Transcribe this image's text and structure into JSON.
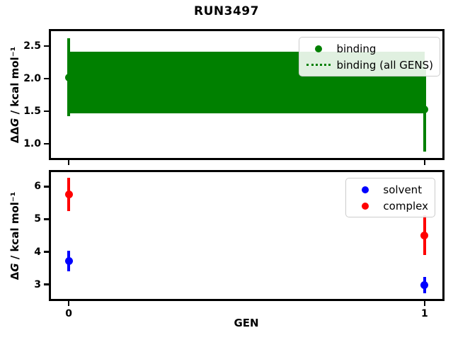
{
  "figure": {
    "title": "RUN3497",
    "background": "#ffffff",
    "axes_color": "#000000"
  },
  "chart_data": [
    {
      "type": "scatter",
      "subplot": "top",
      "title": "",
      "xlabel": "",
      "ylabel": "ΔΔG / kcal mol⁻¹",
      "ylabel_parts": {
        "prefix": "ΔΔ",
        "italic": "G",
        "suffix": " / kcal mol⁻¹"
      },
      "xlim": [
        -0.05,
        1.05
      ],
      "ylim": [
        0.78,
        2.73
      ],
      "grid": false,
      "yticks": [
        {
          "value": 2.5,
          "label": "2.5"
        },
        {
          "value": 2.0,
          "label": "2.0"
        },
        {
          "value": 1.5,
          "label": "1.5"
        },
        {
          "value": 1.0,
          "label": "1.0"
        }
      ],
      "xticks": [
        {
          "value": 0,
          "label": ""
        },
        {
          "value": 1,
          "label": ""
        }
      ],
      "series": [
        {
          "name": "binding",
          "style": "errorbar-scatter",
          "color": "#008000",
          "points": [
            {
              "x": 0,
              "y": 2.02,
              "yerr": 0.6
            },
            {
              "x": 1,
              "y": 1.53,
              "yerr": 0.65
            }
          ]
        },
        {
          "name": "binding (all GENS)",
          "style": "band",
          "color": "#008000",
          "x_range": [
            0,
            1
          ],
          "y_low": 1.47,
          "y_high": 2.41
        }
      ],
      "legend": {
        "location": "upper right",
        "items": [
          {
            "label": "binding",
            "marker": "dot",
            "color": "#008000"
          },
          {
            "label": "binding (all GENS)",
            "marker": "dotted-line",
            "color": "#008000"
          }
        ]
      }
    },
    {
      "type": "scatter",
      "subplot": "bottom",
      "title": "",
      "xlabel": "GEN",
      "ylabel": "ΔG / kcal mol⁻¹",
      "ylabel_parts": {
        "prefix": "Δ",
        "italic": "G",
        "suffix": " / kcal mol⁻¹"
      },
      "xlim": [
        -0.05,
        1.05
      ],
      "ylim": [
        2.56,
        6.44
      ],
      "grid": false,
      "yticks": [
        {
          "value": 6,
          "label": "6"
        },
        {
          "value": 5,
          "label": "5"
        },
        {
          "value": 4,
          "label": "4"
        },
        {
          "value": 3,
          "label": "3"
        }
      ],
      "xticks": [
        {
          "value": 0,
          "label": "0"
        },
        {
          "value": 1,
          "label": "1"
        }
      ],
      "series": [
        {
          "name": "solvent",
          "style": "errorbar-scatter",
          "color": "#0000ff",
          "points": [
            {
              "x": 0,
              "y": 3.72,
              "yerr": 0.31
            },
            {
              "x": 1,
              "y": 2.99,
              "yerr": 0.25
            }
          ]
        },
        {
          "name": "complex",
          "style": "errorbar-scatter",
          "color": "#ff0000",
          "points": [
            {
              "x": 0,
              "y": 5.75,
              "yerr": 0.51
            },
            {
              "x": 1,
              "y": 4.51,
              "yerr": 0.6
            }
          ]
        }
      ],
      "legend": {
        "location": "upper right",
        "items": [
          {
            "label": "solvent",
            "marker": "dot",
            "color": "#0000ff"
          },
          {
            "label": "complex",
            "marker": "dot",
            "color": "#ff0000"
          }
        ]
      }
    }
  ]
}
